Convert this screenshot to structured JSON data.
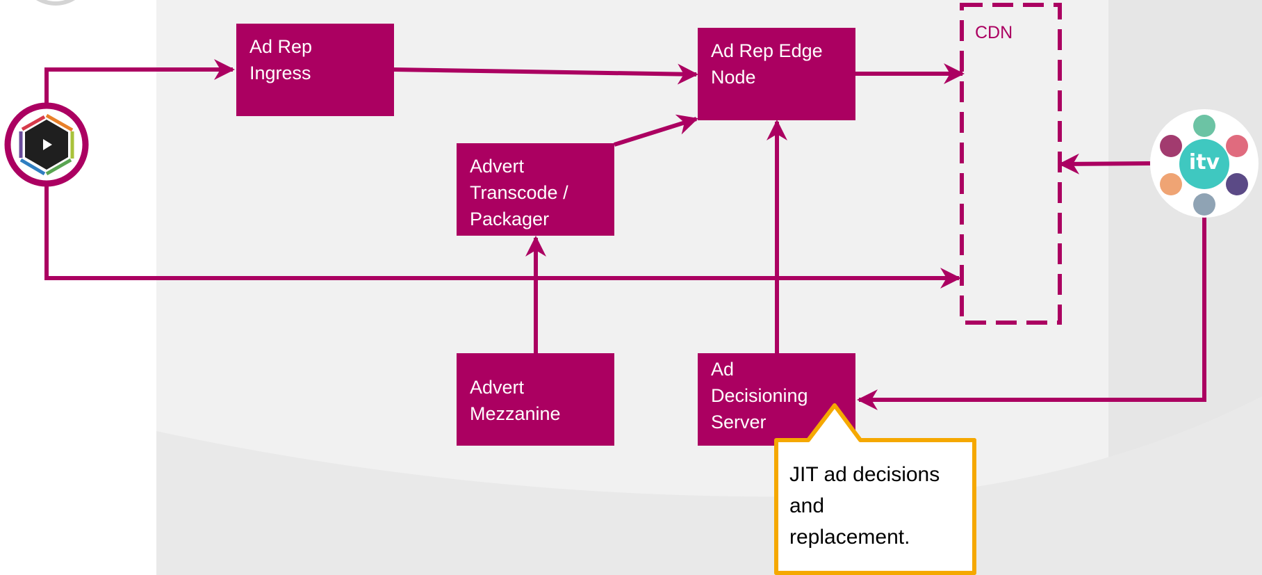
{
  "nodes": {
    "ad_rep_ingress": {
      "lines": [
        "Ad Rep",
        "Ingress"
      ]
    },
    "ad_rep_edge_node": {
      "lines": [
        "Ad Rep Edge",
        "Node"
      ]
    },
    "advert_transcode": {
      "lines": [
        "Advert",
        "Transcode /",
        "Packager"
      ]
    },
    "advert_mezzanine": {
      "lines": [
        "Advert",
        "Mezzanine"
      ]
    },
    "ad_decisioning_server": {
      "lines": [
        "Ad",
        "Decisioning",
        "Server"
      ]
    },
    "cdn": {
      "label": "CDN"
    }
  },
  "callout": {
    "lines": [
      "JIT ad decisions",
      "and",
      "replacement."
    ]
  },
  "logos": {
    "left": {
      "icon": "play-hexagon-logo"
    },
    "right": {
      "icon": "itv-logo",
      "text": "itv"
    }
  },
  "colors": {
    "accent": "#ab0061",
    "callout_border": "#f5a800",
    "panel": "#f1f1f1",
    "panel_dark": "#e3e3e3"
  },
  "edges": [
    {
      "from": "left-logo",
      "to": "ad_rep_ingress"
    },
    {
      "from": "ad_rep_ingress",
      "to": "ad_rep_edge_node"
    },
    {
      "from": "advert_transcode",
      "to": "ad_rep_edge_node"
    },
    {
      "from": "ad_rep_edge_node",
      "to": "cdn"
    },
    {
      "from": "advert_mezzanine",
      "to": "advert_transcode"
    },
    {
      "from": "ad_decisioning_server",
      "to": "ad_rep_edge_node"
    },
    {
      "from": "left-logo",
      "to": "cdn"
    },
    {
      "from": "itv-logo",
      "to": "cdn"
    },
    {
      "from": "itv-logo",
      "to": "ad_decisioning_server"
    }
  ]
}
